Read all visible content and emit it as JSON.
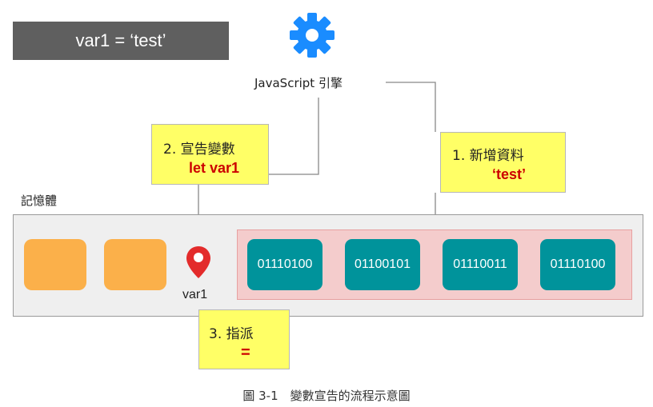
{
  "code_banner": "var1 = ‘test’",
  "engine": {
    "label": "JavaScript 引擎",
    "icon": "gear-icon",
    "color": "#1a8cff"
  },
  "steps": {
    "declare": {
      "text": "2.  宣告變數",
      "code": "let var1"
    },
    "add_data": {
      "text": "1.  新增資料",
      "code": "‘test’"
    },
    "assign": {
      "text": "3.  指派",
      "code": "="
    }
  },
  "memory": {
    "label": "記憶體",
    "bytes": [
      "01110100",
      "01100101",
      "01110011",
      "01110100"
    ],
    "variable": {
      "label": "var1",
      "icon": "location-pin-icon"
    }
  },
  "caption": "圖 3-1　變數宣告的流程示意圖",
  "colors": {
    "note": "#ffff66",
    "highlight": "#cc0000",
    "byte": "#00939b",
    "slot": "#fbb04a",
    "region": "#f4cccc"
  }
}
